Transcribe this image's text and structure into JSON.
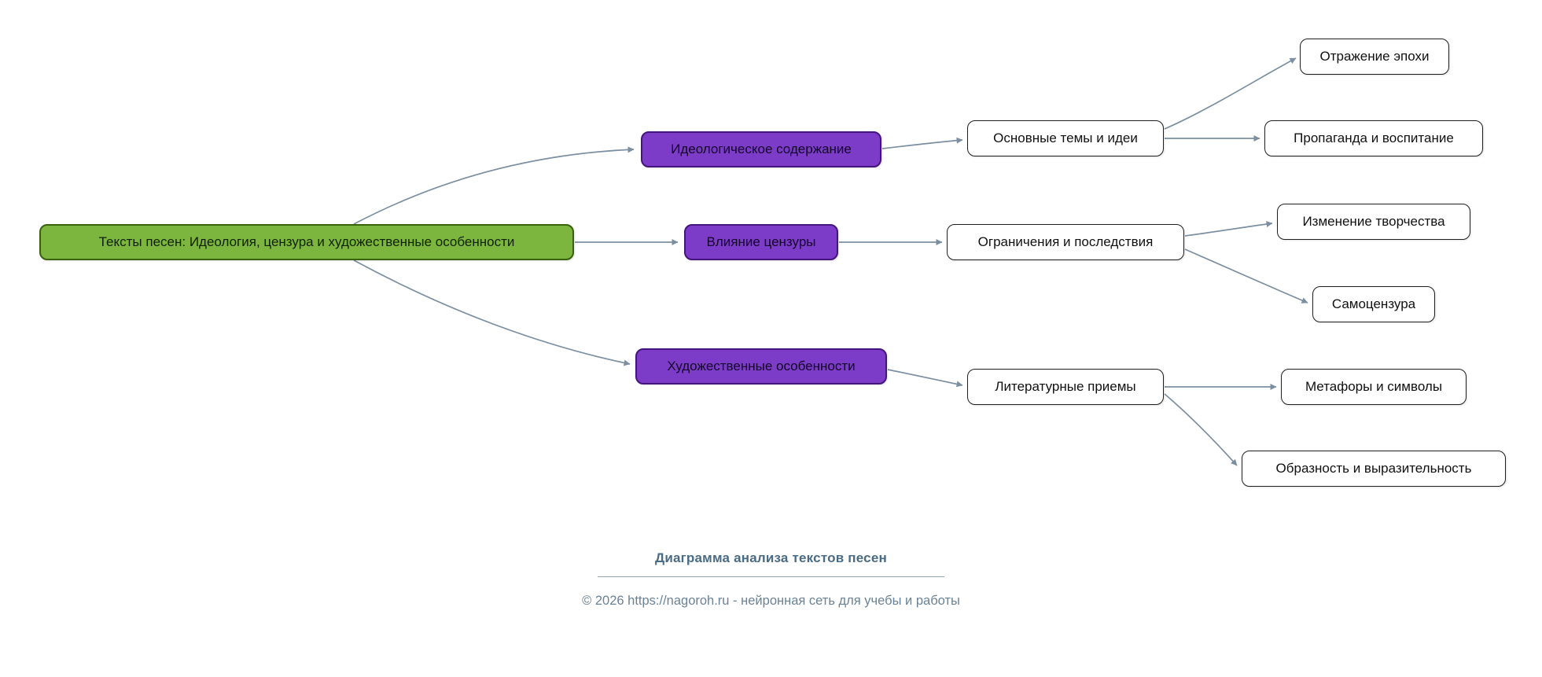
{
  "diagram": {
    "nodes": {
      "root": "Тексты песен: Идеология, цензура и художественные особенности",
      "ideology": "Идеологическое содержание",
      "censorship": "Влияние цензуры",
      "artistic": "Художественные особенности",
      "themes": "Основные темы и идеи",
      "restrictions": "Ограничения и последствия",
      "literary": "Литературные приемы",
      "era": "Отражение эпохи",
      "propaganda": "Пропаганда и воспитание",
      "creativity": "Изменение творчества",
      "selfcensorship": "Самоцензура",
      "metaphors": "Метафоры и символы",
      "imagery": "Образность и выразительность"
    },
    "colors": {
      "root_fill": "#7cb63e",
      "root_border": "#39620f",
      "branch_fill": "#7d3cc8",
      "branch_border": "#43157d",
      "leaf_fill": "#ffffff",
      "leaf_border": "#1f1f1f",
      "edge": "#7b8fa1"
    }
  },
  "footer": {
    "title": "Диаграмма анализа текстов песен",
    "copyright": "© 2026 https://nagoroh.ru - нейронная сеть для учебы и работы"
  }
}
